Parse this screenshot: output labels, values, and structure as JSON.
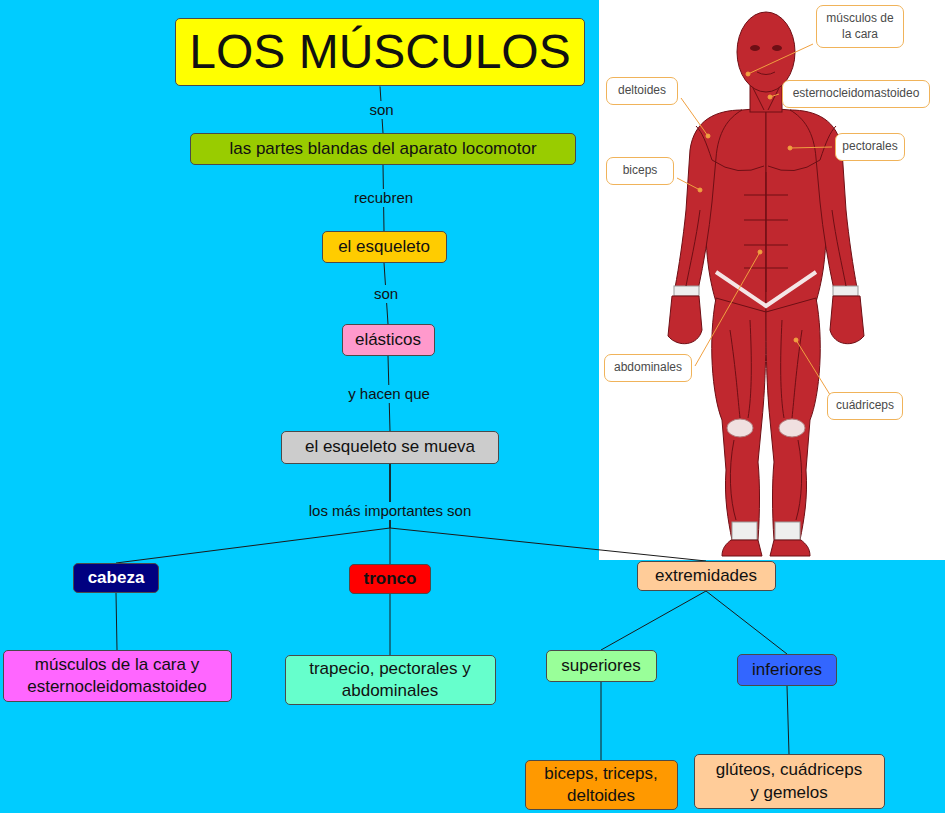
{
  "diagram": {
    "nodes": [
      {
        "text": [
          "LOS MÚSCULOS"
        ]
      },
      {
        "text": [
          "las partes blandas del aparato locomotor"
        ]
      },
      {
        "text": [
          "el esqueleto"
        ]
      },
      {
        "text": [
          "elásticos"
        ]
      },
      {
        "text": [
          "el esqueleto se mueva"
        ]
      },
      {
        "text": [
          "cabeza"
        ]
      },
      {
        "text": [
          "tronco"
        ]
      },
      {
        "text": [
          "extremidades"
        ]
      },
      {
        "text": [
          "músculos de la cara y esternocleidomastoideo"
        ]
      },
      {
        "text": [
          "trapecio, pectorales y abdominales"
        ]
      },
      {
        "text": [
          "superiores"
        ]
      },
      {
        "text": [
          "inferiores"
        ]
      },
      {
        "text": [
          "biceps, triceps, deltoides"
        ]
      },
      {
        "text": [
          "glúteos, cuádriceps y gemelos"
        ]
      },
      {
        "text": [
          "músculos de la cara"
        ]
      },
      {
        "text": [
          "deltoides"
        ]
      },
      {
        "text": [
          "esternocleidomastoideo"
        ]
      },
      {
        "text": [
          "biceps"
        ]
      },
      {
        "text": [
          "pectorales"
        ]
      },
      {
        "text": [
          "abdominales"
        ]
      },
      {
        "text": [
          "cuádriceps"
        ]
      }
    ],
    "edges": [
      {
        "from": 0,
        "to": 1,
        "arrow": "none",
        "label": "son"
      },
      {
        "from": 1,
        "to": 2,
        "arrow": "none",
        "label": "recubren"
      },
      {
        "from": 2,
        "to": 3,
        "arrow": "none",
        "label": "son"
      },
      {
        "from": 3,
        "to": 4,
        "arrow": "none",
        "label": "y hacen que"
      },
      {
        "from": 4,
        "to": 5,
        "arrow": "none"
      },
      {
        "from": 4,
        "to": 6,
        "arrow": "none",
        "label": "los más importantes son"
      },
      {
        "from": 4,
        "to": 7,
        "arrow": "none"
      },
      {
        "from": 5,
        "to": 8,
        "arrow": "none"
      },
      {
        "from": 6,
        "to": 9,
        "arrow": "none"
      },
      {
        "from": 7,
        "to": 10,
        "arrow": "none"
      },
      {
        "from": 7,
        "to": 11,
        "arrow": "none"
      },
      {
        "from": 10,
        "to": 12,
        "arrow": "none"
      },
      {
        "from": 11,
        "to": 13,
        "arrow": "none"
      }
    ]
  }
}
